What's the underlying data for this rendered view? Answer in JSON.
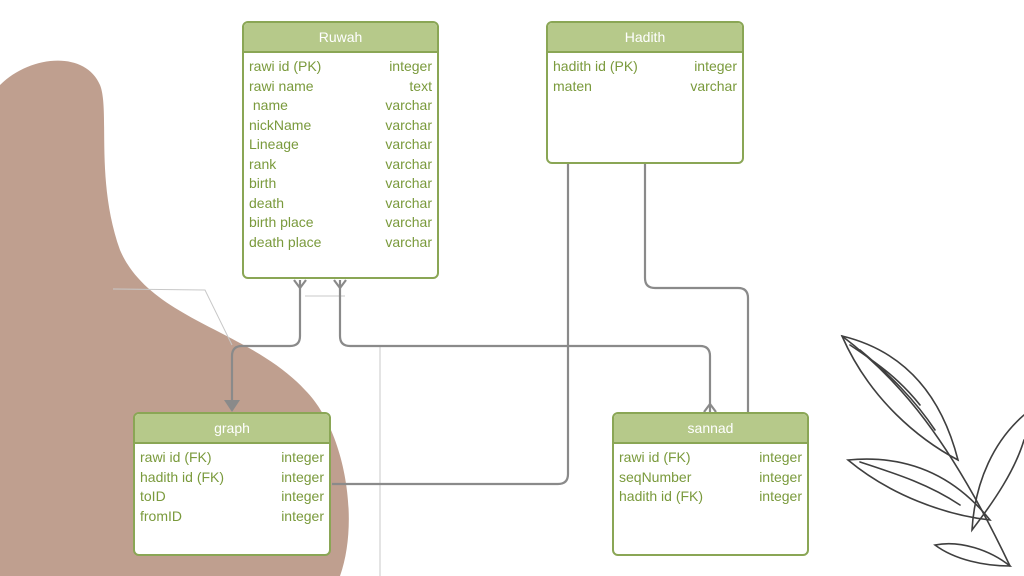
{
  "colors": {
    "header_bg": "#b6c98a",
    "border": "#8aa655",
    "text": "#7a9a3c",
    "connector": "#8a8a8a",
    "blob": "#bf9f8f",
    "leaf_stroke": "#3f3f3f"
  },
  "tables": {
    "ruwah": {
      "title": "Ruwah",
      "fields": [
        {
          "name": "rawi id (PK)",
          "type": "integer"
        },
        {
          "name": "rawi name",
          "type": "text"
        },
        {
          "name": " name",
          "type": "varchar"
        },
        {
          "name": "nickName",
          "type": "varchar"
        },
        {
          "name": "Lineage",
          "type": "varchar"
        },
        {
          "name": "rank",
          "type": "varchar"
        },
        {
          "name": "birth",
          "type": "varchar"
        },
        {
          "name": "death",
          "type": "varchar"
        },
        {
          "name": "birth place",
          "type": "varchar"
        },
        {
          "name": "death place",
          "type": "varchar"
        }
      ]
    },
    "hadith": {
      "title": "Hadith",
      "fields": [
        {
          "name": "hadith id (PK)",
          "type": "integer"
        },
        {
          "name": "maten",
          "type": "varchar"
        }
      ]
    },
    "graph": {
      "title": "graph",
      "fields": [
        {
          "name": "rawi id (FK)",
          "type": "integer"
        },
        {
          "name": "hadith id (FK)",
          "type": "integer"
        },
        {
          "name": "toID",
          "type": "integer"
        },
        {
          "name": "fromID",
          "type": "integer"
        }
      ]
    },
    "sannad": {
      "title": "sannad",
      "fields": [
        {
          "name": "rawi id (FK)",
          "type": "integer"
        },
        {
          "name": "seqNumber",
          "type": "integer"
        },
        {
          "name": "hadith id (FK)",
          "type": "integer"
        }
      ]
    }
  }
}
